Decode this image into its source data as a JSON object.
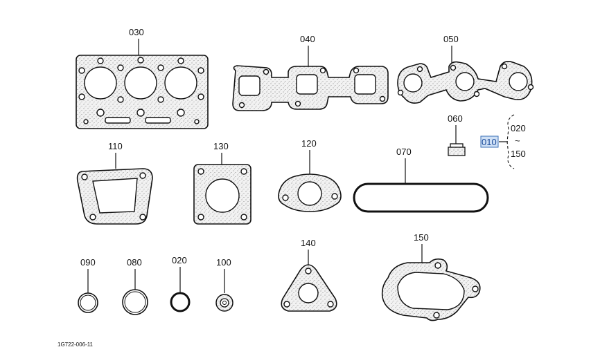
{
  "parts": [
    {
      "id": "030",
      "label": "030"
    },
    {
      "id": "040",
      "label": "040"
    },
    {
      "id": "050",
      "label": "050"
    },
    {
      "id": "060",
      "label": "060"
    },
    {
      "id": "110",
      "label": "110"
    },
    {
      "id": "130",
      "label": "130"
    },
    {
      "id": "120",
      "label": "120"
    },
    {
      "id": "070",
      "label": "070"
    },
    {
      "id": "090",
      "label": "090"
    },
    {
      "id": "080",
      "label": "080"
    },
    {
      "id": "020",
      "label": "020"
    },
    {
      "id": "100",
      "label": "100"
    },
    {
      "id": "140",
      "label": "140"
    },
    {
      "id": "150",
      "label": "150"
    }
  ],
  "kit": {
    "label": "010",
    "range_start": "020",
    "range_tilde": "~",
    "range_end": "150"
  },
  "figure_code": "1G722-006-11"
}
